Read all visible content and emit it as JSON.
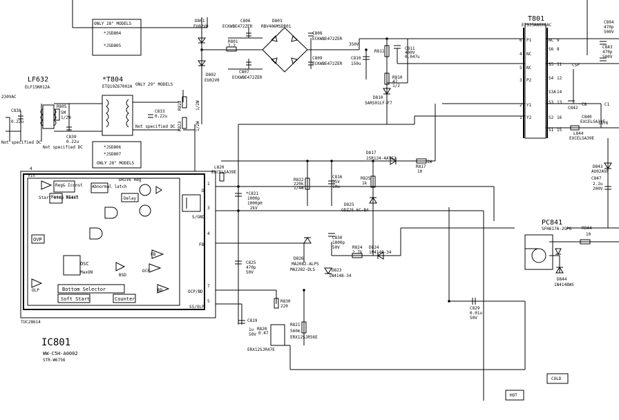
{
  "transformer": {
    "ref": "T801",
    "part": "ETS35AA6X6AC",
    "pins": [
      "6",
      "4",
      "5",
      "3",
      "2",
      "1"
    ],
    "pin_labels": [
      "P1",
      "NC",
      "NC",
      "P2",
      "Y1",
      "Y2"
    ],
    "secondary_pins": [
      "9",
      "8",
      "11",
      "12",
      "14",
      "13",
      "16",
      "15"
    ],
    "secondary_labels": [
      "NC",
      "S6",
      "S5",
      "S4",
      "S3A",
      "S3",
      "S2",
      "S1"
    ]
  },
  "tags": {
    "hot": "HOT",
    "cold": "COLD"
  },
  "ic801": {
    "ref": "IC801",
    "part1": "WW-C5H-A0002",
    "part2": "STR-W6756",
    "chip": "TUC28614",
    "pin_labels": [
      "D",
      "S/GND",
      "FB",
      "OCP/BD",
      "SS/OLP"
    ],
    "pins": [
      "1",
      "3",
      "4",
      "7",
      "5"
    ],
    "vin_pin": "4",
    "blocks": {
      "reg": "Reg&\nIconst",
      "reset": "Reset\nStart",
      "abnormal": "Abnormal\nlatch",
      "delay": "Delay",
      "osc": "OSC",
      "maxon": "MaxON",
      "bottom": "Bottom Selector",
      "soft": "Soft Start",
      "counter": "Counter",
      "ovp": "OVP",
      "olp": "OLP",
      "fb": "FB",
      "ocp": "OCP",
      "bsd": "BSD",
      "bd": "BD",
      "startstop": "Start\nStop\nReset",
      "vin": "Vin",
      "drv": "DRIVE\nReg"
    }
  },
  "lf632": {
    "ref": "LF632",
    "part": "ELF15N012A",
    "ac": "230VAC"
  },
  "t804": {
    "ref": "*T804",
    "part": "ETQ19Z67002A",
    "only28_top": "ONLY 28\" MODELS",
    "only28_bottom": "ONLY 28\" MODELS",
    "only29": "ONLY 29\" MODELS",
    "jumpers_top": [
      "*JSD804",
      "*JSD805"
    ],
    "jumpers_bottom": [
      "*JSD806",
      "*JSD807"
    ]
  },
  "not_specified": [
    "Not specified DC",
    "Not specified DC",
    "Not specified DC"
  ],
  "components": {
    "d801": [
      "D801",
      "EU02V0"
    ],
    "d802": [
      "D802",
      "EU02V0"
    ],
    "c806": [
      "C806",
      "ECKWBE472ZER"
    ],
    "c807": [
      "C807",
      "ECKWBE472ZER"
    ],
    "c808": [
      "C808",
      "ECKWBE472ZER"
    ],
    "c809": [
      "C809",
      "ECKWBE472ZER"
    ],
    "d803": [
      "D803",
      "RBV406MSDR01"
    ],
    "r801": [
      "R801",
      "2.2"
    ],
    "c810": [
      "C810",
      "150u"
    ],
    "r811": [
      "R811"
    ],
    "c811": [
      "C811",
      "400V",
      "0.047u"
    ],
    "r810": [
      "R810",
      "47",
      "1/2"
    ],
    "d810": [
      "D810",
      "SARS01LF-F7"
    ],
    "c838": [
      "C838",
      "0.22u"
    ],
    "r805": [
      "R805",
      "5M",
      "1/2W"
    ],
    "c839": [
      "C839",
      "0.22u"
    ],
    "c833": [
      "C833",
      "0.22u"
    ],
    "r832": [
      "R832",
      "220k",
      "1/4W"
    ],
    "c816": [
      "C816",
      "35V",
      "10u"
    ],
    "r825": [
      "R825",
      "1k"
    ],
    "d825": [
      "D825",
      "GDZJ5.6C-B4"
    ],
    "d817": [
      "D817",
      "1SR124-4AT62"
    ],
    "r817": [
      "R817",
      "10"
    ],
    "l820": [
      "L820",
      "EXCELSA39E"
    ],
    "c821": [
      "*C821",
      "1000p",
      "1000pH",
      "2kV"
    ],
    "c825": [
      "C825",
      "470p",
      "50V"
    ],
    "c830": [
      "C830",
      "1800p",
      "50V"
    ],
    "r824": [
      "R824",
      "2.7k"
    ],
    "d824": [
      "D824",
      "1N4148-34"
    ],
    "d826": [
      "D826",
      "MA2082-ALPS",
      "MA2282-DLS"
    ],
    "d823": [
      "D823",
      "1N4148-34"
    ],
    "r830": [
      "R830",
      "220"
    ],
    "c819": [
      "C819",
      "1u",
      "50V"
    ],
    "r820": [
      "R820",
      "0.47"
    ],
    "r821": [
      "R821",
      "560m",
      "ERX12SJR56E"
    ],
    "r820p": [
      "ERX12SJR47E"
    ],
    "c829": [
      "C829",
      "0.01u",
      "50V"
    ],
    "pc841": [
      "PC841",
      "SFH617A-2GP6"
    ],
    "r844": [
      "R844",
      "10"
    ],
    "d844": [
      "D844",
      "1N4148WS"
    ],
    "l844": [
      "L844",
      "EXCELSA39E"
    ],
    "c842": [
      "C842"
    ],
    "c843": [
      "C843",
      "470p",
      "500V"
    ],
    "c894": [
      "C894",
      "470p",
      "500V"
    ],
    "d843": [
      "D843",
      "AU02AVF"
    ],
    "c847": [
      "C847",
      "2.2u",
      "200V"
    ],
    "c840": [
      "C840",
      "EXCELSA39E"
    ],
    "c845": [
      "C8"
    ],
    "c841": [
      "C1"
    ],
    "csp": [
      "CSP"
    ],
    "r822": [
      "R822",
      "1/2W"
    ],
    "r823": [
      "R823",
      "1/2W"
    ],
    "v350": [
      "350V"
    ],
    "v1w": [
      "1W"
    ],
    "v175": [
      "1176"
    ]
  }
}
